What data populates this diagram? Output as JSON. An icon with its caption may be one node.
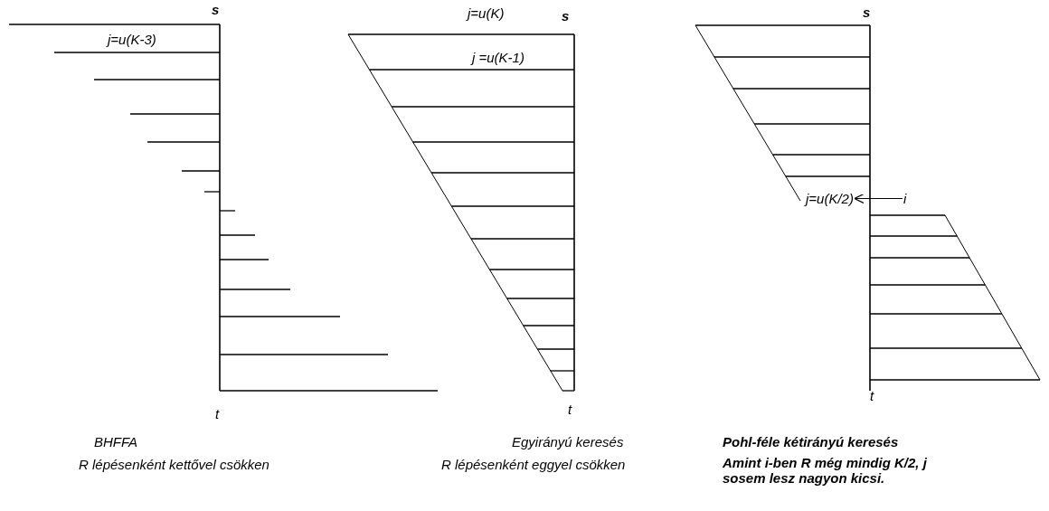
{
  "diagram": {
    "nodes": [
      {
        "text": [
          "j=u(K/2)"
        ]
      },
      {
        "text": [
          "i"
        ]
      }
    ],
    "edges": [
      {
        "from": 1,
        "to": 0,
        "arrow": "to"
      }
    ],
    "labels": [
      "s",
      "j=u(K-3)",
      "j=u(K)",
      "s",
      "j =u(K-1)",
      "s",
      "t",
      "t",
      "t",
      "BHFFA",
      "R lépésenként kettővel csökken",
      "Egyirányú keresés",
      "R lépésenként eggyel csökken",
      "Pohl-féle kétirányú keresés",
      "Amint i-ben R még mindig K/2, j sosem lesz nagyon kicsi."
    ]
  }
}
